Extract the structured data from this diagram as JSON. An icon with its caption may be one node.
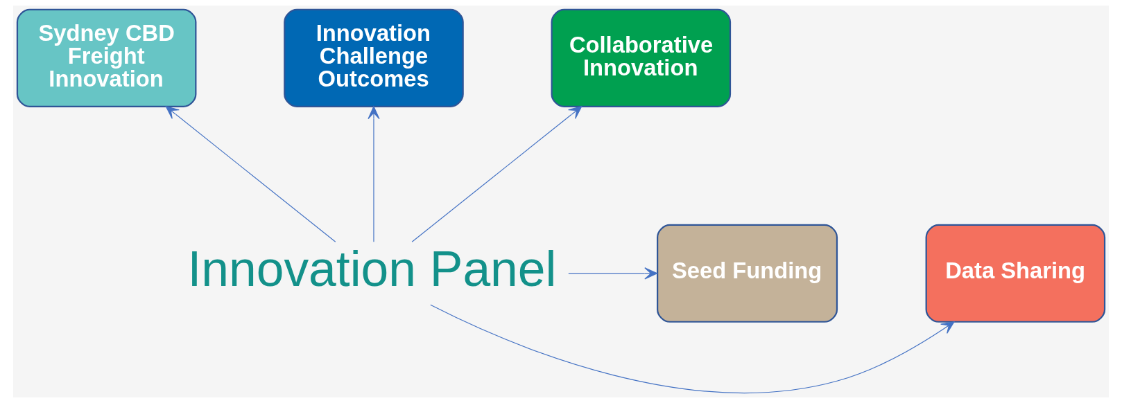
{
  "diagram": {
    "nodes": [
      {
        "text": [
          "Sydney CBD Freight Innovation"
        ]
      },
      {
        "text": [
          "Innovation Challenge Outcomes"
        ]
      },
      {
        "text": [
          "Collaborative Innovation"
        ]
      },
      {
        "text": [
          "Data Sharing"
        ]
      },
      {
        "text": [
          "Innovation Panel"
        ]
      },
      {
        "text": [
          "Seed Funding"
        ]
      }
    ],
    "edges": [
      {
        "from": 4,
        "to": 0,
        "arrow": "to"
      },
      {
        "from": 4,
        "to": 1,
        "arrow": "to"
      },
      {
        "from": 4,
        "to": 2,
        "arrow": "to"
      },
      {
        "from": 4,
        "to": 3,
        "arrow": "to"
      },
      {
        "from": 4,
        "to": 5,
        "arrow": "to"
      }
    ]
  }
}
